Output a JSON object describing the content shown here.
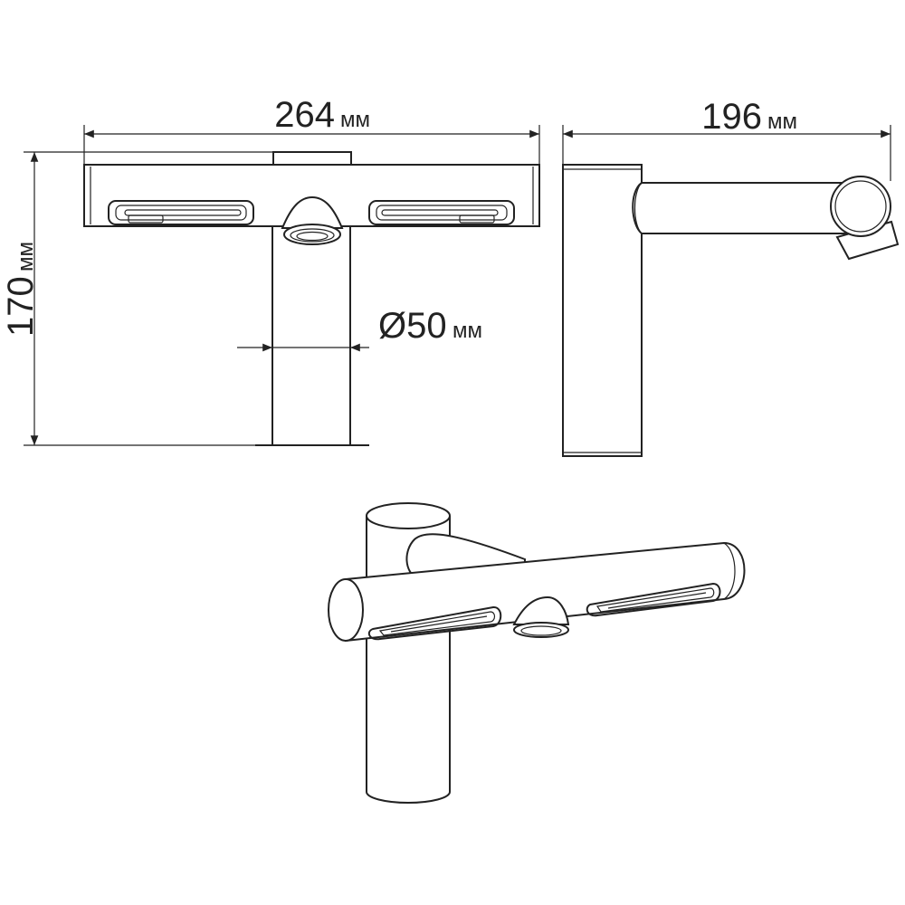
{
  "dimensions": {
    "width": {
      "value": "264",
      "unit": "мм"
    },
    "depth": {
      "value": "196",
      "unit": "мм"
    },
    "height": {
      "value": "170",
      "unit": "мм"
    },
    "diameter": {
      "value": "Ø50",
      "unit": "мм"
    }
  },
  "colors": {
    "line": "#222222",
    "background": "#ffffff"
  }
}
